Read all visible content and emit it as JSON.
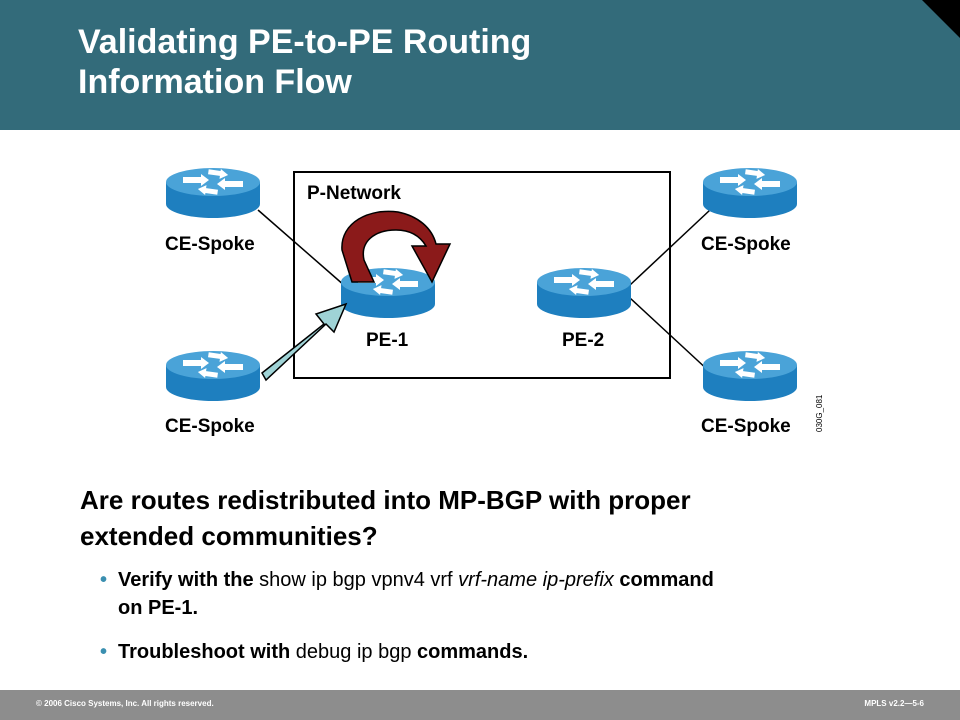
{
  "slide": {
    "title_line1": "Validating PE-to-PE Routing",
    "title_line2": "Information Flow"
  },
  "diagram": {
    "network_label": "P-Network",
    "routers": {
      "ce_top_left": "CE-Spoke",
      "ce_bottom_left": "CE-Spoke",
      "ce_top_right": "CE-Spoke",
      "ce_bottom_right": "CE-Spoke",
      "pe1": "PE-1",
      "pe2": "PE-2"
    },
    "figure_id": "030G_081",
    "colors": {
      "router_body": "#1e7fbf",
      "router_top": "#4aa3d8",
      "loop_arrow": "#8b1a1a",
      "in_arrow": "#9fd3d6"
    }
  },
  "body": {
    "question_line1": "Are routes redistributed into MP-BGP with proper",
    "question_line2": "extended communities?",
    "bullet_marker": "•",
    "bullet1": {
      "part1": "Verify with the",
      "cmd": "show ip bgp vpnv4 vrf",
      "arg1": "vrf-name",
      "arg2": "ip-prefix",
      "part2": "command",
      "line2": "on PE-1."
    },
    "bullet2": {
      "part1": "Troubleshoot with",
      "cmd": "debug ip bgp",
      "part2": "commands."
    }
  },
  "footer": {
    "copyright": "© 2006 Cisco Systems, Inc. All rights reserved.",
    "page": "MPLS v2.2—5-6"
  }
}
